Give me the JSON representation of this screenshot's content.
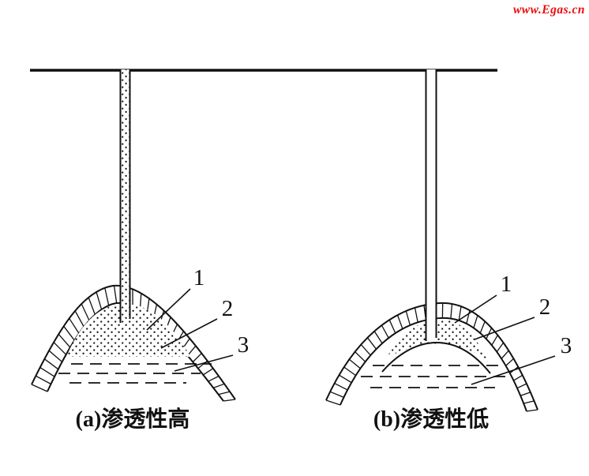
{
  "watermark": {
    "text": "www.Egas.cn"
  },
  "figure_a": {
    "caption": "(a)渗透性高",
    "labels": [
      "1",
      "2",
      "3"
    ]
  },
  "figure_b": {
    "caption": "(b)渗透性低",
    "labels": [
      "1",
      "2",
      "3"
    ]
  },
  "colors": {
    "ink": "#111111",
    "watermark_red": "#ea0d0d",
    "background": "#ffffff"
  }
}
